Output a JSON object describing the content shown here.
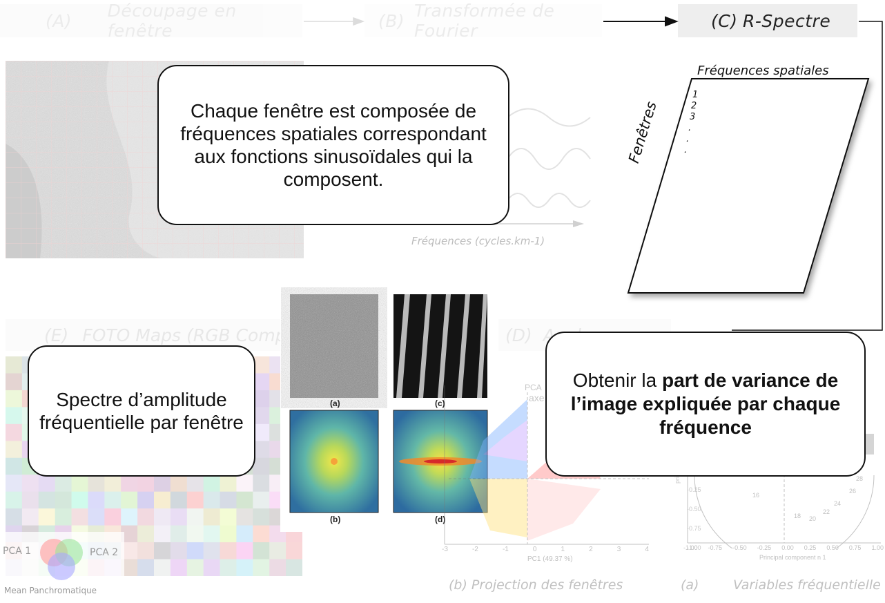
{
  "steps": [
    {
      "letter": "(A)",
      "label": "Découpage en fenêtre"
    },
    {
      "letter": "(B)",
      "label": "Transformée de Fourier"
    },
    {
      "letter": "(C)",
      "label": "R-Spectre"
    },
    {
      "letter": "(D)",
      "label": "Analyse en composantes principales"
    },
    {
      "letter": "(E)",
      "label": "FOTO Maps (RGB Composite)"
    }
  ],
  "rspectre": {
    "top_label": "Fréquences spatiales",
    "side_label": "Fenêtres",
    "rows": [
      "1",
      "2",
      "3",
      ".",
      ".",
      "."
    ]
  },
  "fourier": {
    "axis_label": "Fréquences (cycles.km-1)"
  },
  "callouts": {
    "windows": "Chaque fenêtre est composée de fréquences spatiales correspondant aux fonctions sinusoïdales qui la composent.",
    "spectrum": "Spectre d’amplitude fréquentielle par fenêtre",
    "variance_pre": "Obtenir la ",
    "variance_bold": "part de variance de l’image expliquée par chaque fréquence"
  },
  "panels": {
    "a": "(a)",
    "b": "(b)",
    "c": "(c)",
    "d": "(d)"
  },
  "pca": {
    "plot_title": "PCA",
    "plot_title2": "axe",
    "xaxis": "PC1 (49.37 %)",
    "ylabel": "principal",
    "xticks": [
      "-3",
      "-2",
      "-1",
      "0",
      "1",
      "2",
      "3",
      "4"
    ],
    "yticks": [
      "-0.25",
      "-0.50",
      "-0.75",
      "-1.00"
    ],
    "circle_xticks": [
      "-1.00",
      "-0.75",
      "-0.50",
      "-0.25",
      "0.00",
      "0.25",
      "0.50",
      "0.75",
      "1.00"
    ],
    "circle_xlabel": "Principal component n 1",
    "points": [
      "16",
      "18",
      "20",
      "22",
      "24",
      "26",
      "28"
    ],
    "venn": {
      "pca1": "PCA 1",
      "pca2": "PCA 2",
      "mean": "Mean Panchromatique"
    }
  },
  "bottom": {
    "proj": "(b) Projection des fenêtres",
    "vars_letter": "(a)",
    "vars_label": "Variables fréquentielle"
  }
}
